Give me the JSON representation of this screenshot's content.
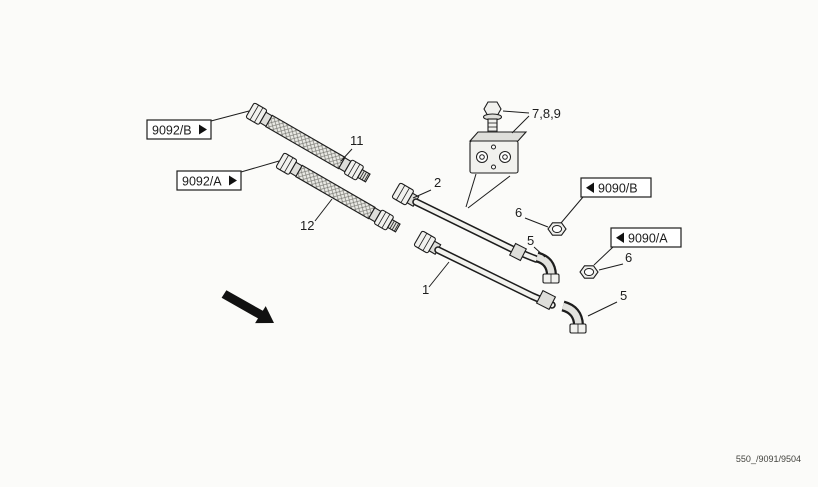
{
  "diagram": {
    "footer_code": "550_/9091/9504",
    "refs": {
      "b9092": "9092/B",
      "a9092": "9092/A",
      "b9090": "9090/B",
      "a9090": "9090/A"
    },
    "parts": {
      "hose_top": "11",
      "hose_bottom": "12",
      "pipe_top": "2",
      "pipe_bottom": "1",
      "bolt_block": "7,8,9",
      "nut_b": "6",
      "elbow_b": "5",
      "nut_a": "6",
      "elbow_a": "5"
    },
    "colors": {
      "ink": "#1d1d1d",
      "background": "#fbfbf9"
    }
  }
}
